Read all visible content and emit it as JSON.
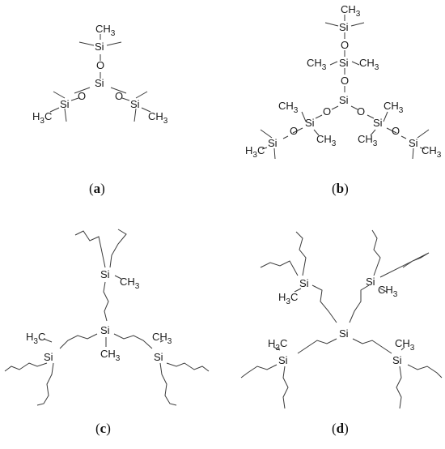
{
  "figure": {
    "panels": [
      {
        "id": "a",
        "caption_open": "(",
        "caption_letter": "a",
        "caption_close": ")"
      },
      {
        "id": "b",
        "caption_open": "(",
        "caption_letter": "b",
        "caption_close": ")"
      },
      {
        "id": "c",
        "caption_open": "(",
        "caption_letter": "c",
        "caption_close": ")"
      },
      {
        "id": "d",
        "caption_open": "(",
        "caption_letter": "d",
        "caption_close": ")"
      }
    ],
    "atoms": {
      "si": "Si",
      "o": "O",
      "ch": "CH",
      "h": "H",
      "c": "C",
      "three": "3"
    }
  }
}
